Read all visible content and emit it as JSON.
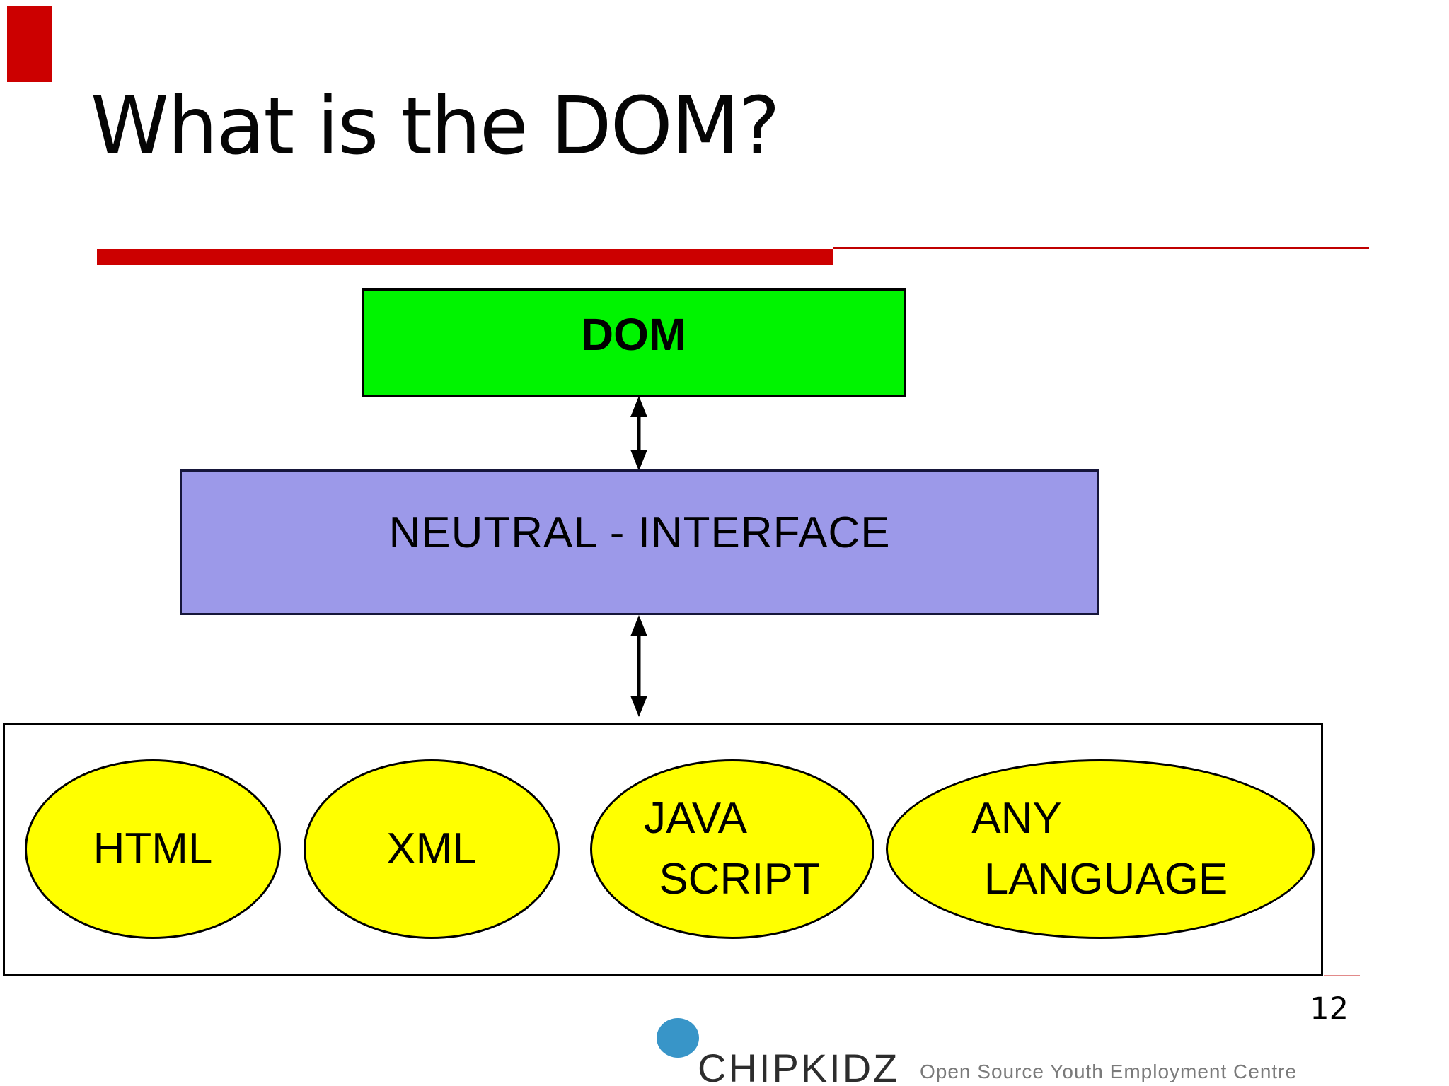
{
  "slide": {
    "title": "What is the DOM?",
    "page_number": "12",
    "diagram": {
      "dom_box": {
        "label": "DOM"
      },
      "interface_box": {
        "label": "NEUTRAL - INTERFACE"
      },
      "languages": [
        {
          "lines": [
            "HTML"
          ]
        },
        {
          "lines": [
            "XML"
          ]
        },
        {
          "lines": [
            "JAVA",
            "SCRIPT"
          ]
        },
        {
          "lines": [
            "ANY",
            "LANGUAGE"
          ]
        }
      ]
    },
    "footer": {
      "brand": "CHIPKIDZ",
      "tagline": "Open Source Youth Employment Centre"
    },
    "colors": {
      "accent_red": "#cc0000",
      "dom_green": "#00f400",
      "interface_purple": "#9c99e9",
      "ellipse_yellow": "#ffff00",
      "logo_blue": "#3895c8"
    }
  }
}
